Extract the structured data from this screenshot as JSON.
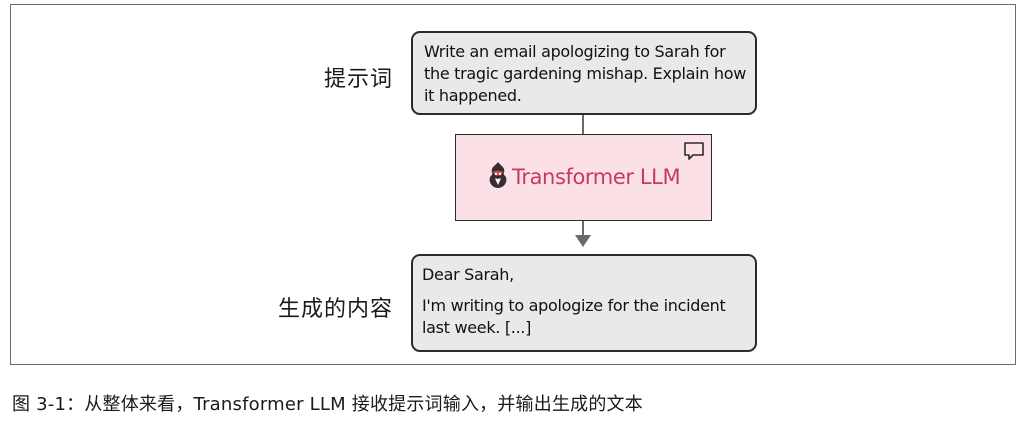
{
  "diagram": {
    "prompt_label": "提示词",
    "prompt_text": "Write an email apologizing to Sarah for the tragic gardening mishap. Explain how it happened.",
    "model_label": "Transformer LLM",
    "output_label": "生成的内容",
    "output_greeting": "Dear Sarah,",
    "output_body": "I'm writing to apologize for the incident last week. [...]",
    "icons": {
      "model": "llm-mascot-icon",
      "chat": "chat-bubble-icon"
    },
    "colors": {
      "model_fill": "#fbe1e6",
      "model_text": "#c93865",
      "bubble_fill": "#e8e9ea",
      "connector": "#6a6a6a"
    }
  },
  "caption": "图 3-1：从整体来看，Transformer LLM 接收提示词输入，并输出生成的文本"
}
